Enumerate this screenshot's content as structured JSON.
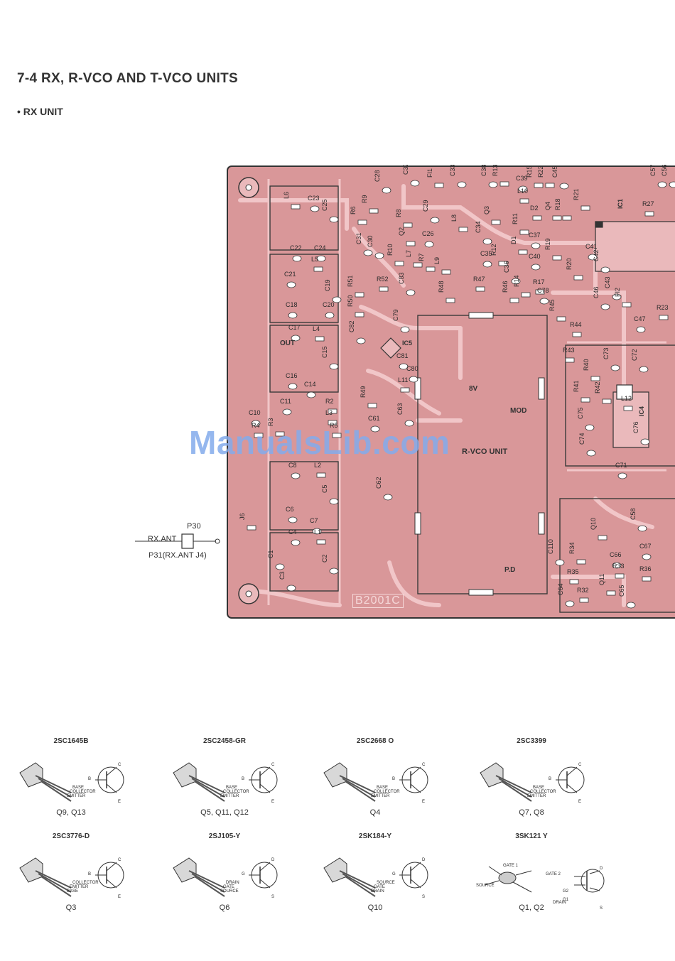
{
  "header": {
    "title": "7-4  RX, R-VCO AND T-VCO UNITS",
    "subtitle": "• RX UNIT"
  },
  "colors": {
    "board": "#d99799",
    "trace": "#f1c6c8",
    "silk": "#3a3a3a",
    "watermark": "#82aaeb"
  },
  "board": {
    "board_code": "B2001C",
    "module_title": "R-VCO UNIT",
    "pin_out": "OUT",
    "pin_8v": "8V",
    "pin_mod": "MOD",
    "pin_pd": "P.D",
    "ic_labels": {
      "ic1": "IC1",
      "ic4": "IC4",
      "ic5": "IC5"
    },
    "components": [
      "L6",
      "C23",
      "C25",
      "C22",
      "C24",
      "C21",
      "L5",
      "C19",
      "C18",
      "C20",
      "C17",
      "L4",
      "C15",
      "C16",
      "C14",
      "C11",
      "R2",
      "C10",
      "R4",
      "R3",
      "C8",
      "L2",
      "C5",
      "C6",
      "C4",
      "C7",
      "L1",
      "C1",
      "C3",
      "C2",
      "J6",
      "R6",
      "R9",
      "C28",
      "C32",
      "FI1",
      "C33",
      "C38",
      "R13",
      "C39",
      "R15",
      "R22",
      "C45",
      "C57",
      "C56",
      "R8",
      "C29",
      "L8",
      "Q3",
      "L10",
      "D2",
      "Q4",
      "R18",
      "R21",
      "R27",
      "Q2",
      "C26",
      "C34",
      "R11",
      "C37",
      "C31",
      "C30",
      "R10",
      "L7",
      "R7",
      "L9",
      "C35",
      "R12",
      "D1",
      "C36",
      "C40",
      "R19",
      "C41",
      "C42",
      "R51",
      "R52",
      "C83",
      "R48",
      "R47",
      "R46",
      "R14",
      "R17",
      "R20",
      "C78",
      "C46",
      "C43",
      "FI2",
      "R23",
      "R50",
      "C82",
      "C79",
      "R45",
      "R44",
      "C47",
      "C81",
      "C80",
      "L11",
      "R43",
      "R40",
      "C73",
      "C72",
      "R49",
      "R41",
      "R42",
      "L12",
      "C63",
      "C61",
      "C75",
      "C74",
      "C76",
      "C71",
      "C62",
      "C58",
      "Q10",
      "C110",
      "R34",
      "C66",
      "C67",
      "R33",
      "R36",
      "R35",
      "R32",
      "Q11",
      "C64",
      "C65",
      "L3",
      "R5"
    ]
  },
  "connector": {
    "label_ant": "RX.ANT",
    "label_p30": "P30",
    "label_p31": "P31(RX.ANT J4)"
  },
  "transistors": [
    {
      "name": "2SC1645B",
      "kind": "npn",
      "pins": [
        "BASE",
        "COLLECTOR",
        "EMITTER"
      ],
      "parts": "Q9, Q13"
    },
    {
      "name": "2SC2458-GR",
      "kind": "npn",
      "pins": [
        "BASE",
        "COLLECTOR",
        "EMITTER"
      ],
      "parts": "Q5, Q11, Q12"
    },
    {
      "name": "2SC2668  O",
      "kind": "npn",
      "pins": [
        "BASE",
        "COLLECTOR",
        "EMITTER"
      ],
      "parts": "Q4"
    },
    {
      "name": "2SC3399",
      "kind": "npn",
      "pins": [
        "BASE",
        "COLLECTOR",
        "EMITTER"
      ],
      "parts": "Q7, Q8"
    },
    {
      "name": "2SC3776-D",
      "kind": "npn",
      "pins": [
        "COLLECTOR",
        "EMITTER",
        "BASE"
      ],
      "parts": "Q3"
    },
    {
      "name": "2SJ105-Y",
      "kind": "fet",
      "pins": [
        "DRAIN",
        "GATE",
        "SOURCE"
      ],
      "parts": "Q6"
    },
    {
      "name": "2SK184-Y",
      "kind": "fet",
      "pins": [
        "SOURCE",
        "GATE",
        "DRAIN"
      ],
      "parts": "Q10"
    },
    {
      "name": "3SK121  Y",
      "kind": "dual",
      "pins": [
        "GATE 1",
        "GATE 2",
        "SOURCE",
        "DRAIN"
      ],
      "parts": "Q1, Q2"
    }
  ],
  "symbol_pins": {
    "b": "B",
    "c": "C",
    "e": "E",
    "g": "G",
    "d": "D",
    "s": "S",
    "g1": "G1",
    "g2": "G2"
  },
  "watermark": "ManualsLib.com"
}
